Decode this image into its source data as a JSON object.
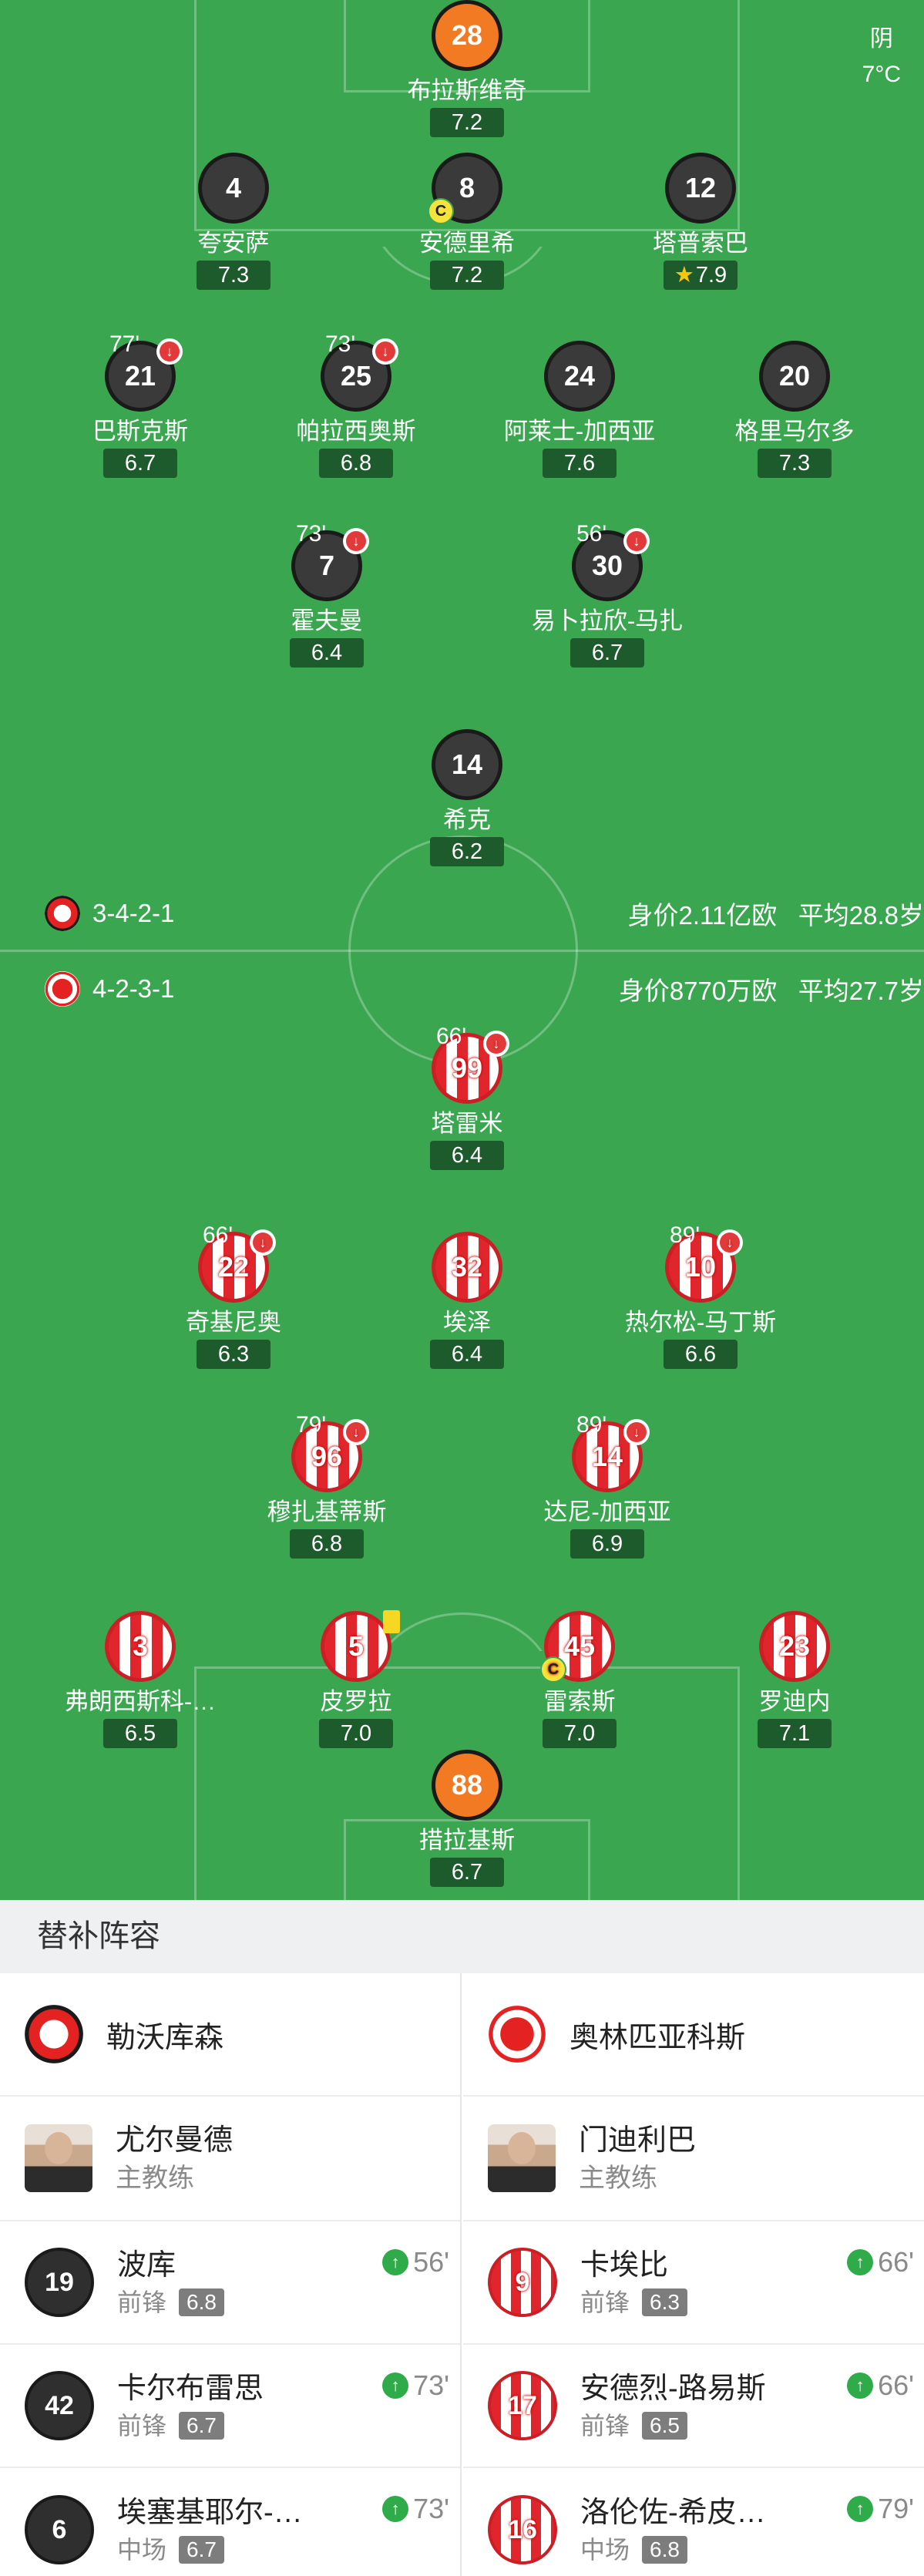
{
  "weather": {
    "condition": "阴",
    "temperature": "7°C"
  },
  "home": {
    "formation": "3-4-2-1",
    "value_text": "身价2.11亿欧",
    "avg_age_text": "平均28.8岁",
    "players": [
      {
        "num": "28",
        "name": "布拉斯维奇",
        "rating": "7.2",
        "style": "orange"
      },
      {
        "num": "4",
        "name": "夸安萨",
        "rating": "7.3",
        "style": "dark"
      },
      {
        "num": "8",
        "name": "安德里希",
        "rating": "7.2",
        "style": "dark",
        "captain": "C"
      },
      {
        "num": "12",
        "name": "塔普索巴",
        "rating": "7.9",
        "style": "dark",
        "star": "★"
      },
      {
        "num": "21",
        "name": "巴斯克斯",
        "rating": "6.7",
        "style": "dark",
        "sub_out": "77'"
      },
      {
        "num": "25",
        "name": "帕拉西奥斯",
        "rating": "6.8",
        "style": "dark",
        "sub_out": "73'"
      },
      {
        "num": "24",
        "name": "阿莱士-加西亚",
        "rating": "7.6",
        "style": "dark"
      },
      {
        "num": "20",
        "name": "格里马尔多",
        "rating": "7.3",
        "style": "dark"
      },
      {
        "num": "7",
        "name": "霍夫曼",
        "rating": "6.4",
        "style": "dark",
        "sub_out": "73'"
      },
      {
        "num": "30",
        "name": "易卜拉欣-马扎",
        "rating": "6.7",
        "style": "dark",
        "sub_out": "56'"
      },
      {
        "num": "14",
        "name": "希克",
        "rating": "6.2",
        "style": "dark"
      }
    ]
  },
  "away": {
    "formation": "4-2-3-1",
    "value_text": "身价8770万欧",
    "avg_age_text": "平均27.7岁",
    "players": [
      {
        "num": "99",
        "name": "塔雷米",
        "rating": "6.4",
        "style": "stripe",
        "sub_out": "66'"
      },
      {
        "num": "22",
        "name": "奇基尼奥",
        "rating": "6.3",
        "style": "stripe",
        "sub_out": "66'"
      },
      {
        "num": "32",
        "name": "埃泽",
        "rating": "6.4",
        "style": "stripe"
      },
      {
        "num": "10",
        "name": "热尔松-马丁斯",
        "rating": "6.6",
        "style": "stripe",
        "sub_out": "89'"
      },
      {
        "num": "96",
        "name": "穆扎基蒂斯",
        "rating": "6.8",
        "style": "stripe",
        "sub_out": "79'"
      },
      {
        "num": "14",
        "name": "达尼-加西亚",
        "rating": "6.9",
        "style": "stripe",
        "sub_out": "89'"
      },
      {
        "num": "3",
        "name": "弗朗西斯科-…",
        "rating": "6.5",
        "style": "stripe"
      },
      {
        "num": "5",
        "name": "皮罗拉",
        "rating": "7.0",
        "style": "stripe",
        "yellow": true
      },
      {
        "num": "45",
        "name": "雷索斯",
        "rating": "7.0",
        "style": "stripe",
        "captain": "C"
      },
      {
        "num": "23",
        "name": "罗迪内",
        "rating": "7.1",
        "style": "stripe"
      },
      {
        "num": "88",
        "name": "措拉基斯",
        "rating": "6.7",
        "style": "orange"
      }
    ]
  },
  "subs_title": "替补阵容",
  "left_team": {
    "name": "勒沃库森",
    "coach": {
      "name": "尤尔曼德",
      "role": "主教练"
    },
    "subs": [
      {
        "num": "19",
        "name": "波库",
        "pos": "前锋",
        "rating": "6.8",
        "min": "56'"
      },
      {
        "num": "42",
        "name": "卡尔布雷思",
        "pos": "前锋",
        "rating": "6.7",
        "min": "73'"
      },
      {
        "num": "6",
        "name": "埃塞基耶尔-…",
        "pos": "中场",
        "rating": "6.7",
        "min": "73'"
      }
    ]
  },
  "right_team": {
    "name": "奥林匹亚科斯",
    "coach": {
      "name": "门迪利巴",
      "role": "主教练"
    },
    "subs": [
      {
        "num": "9",
        "name": "卡埃比",
        "pos": "前锋",
        "rating": "6.3",
        "min": "66'"
      },
      {
        "num": "17",
        "name": "安德烈-路易斯",
        "pos": "前锋",
        "rating": "6.5",
        "min": "66'"
      },
      {
        "num": "16",
        "name": "洛伦佐-希皮…",
        "pos": "中场",
        "rating": "6.8",
        "min": "79'"
      }
    ]
  }
}
